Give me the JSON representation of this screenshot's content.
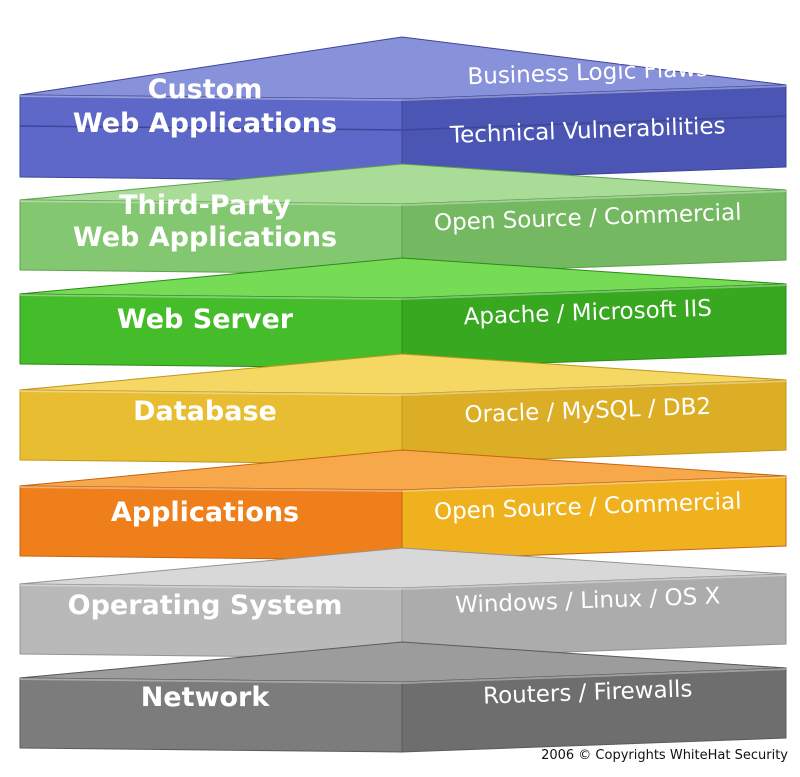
{
  "layers": [
    {
      "id": "custom-web-applications",
      "label_lines": [
        "Custom",
        "Web Applications"
      ],
      "details": [
        "Business Logic Flaws",
        "Technical Vulnerabilities"
      ],
      "colors": {
        "top": "#8892db",
        "side": "#5d68c9",
        "shade": "#4b55b3",
        "edge": "#3d4699"
      }
    },
    {
      "id": "third-party-web-applications",
      "label_lines": [
        "Third-Party",
        "Web Applications"
      ],
      "details": [
        "Open Source / Commercial"
      ],
      "colors": {
        "top": "#a9dd97",
        "side": "#84c771",
        "shade": "#74b862",
        "edge": "#5ea14d"
      }
    },
    {
      "id": "web-server",
      "label_lines": [
        "Web Server"
      ],
      "details": [
        "Apache / Microsoft IIS"
      ],
      "colors": {
        "top": "#76dc56",
        "side": "#45bc2a",
        "shade": "#37a81f",
        "edge": "#2a8c16"
      }
    },
    {
      "id": "database",
      "label_lines": [
        "Database"
      ],
      "details": [
        "Oracle / MySQL / DB2"
      ],
      "colors": {
        "top": "#f5d764",
        "side": "#e8bd31",
        "shade": "#dcae26",
        "edge": "#c2961a"
      }
    },
    {
      "id": "applications",
      "label_lines": [
        "Applications"
      ],
      "details": [
        "Open Source / Commercial"
      ],
      "colors": {
        "top": "#f7a84a",
        "side": "#ef7f1a",
        "shade": "#f0b11e",
        "edge": "#c66510"
      }
    },
    {
      "id": "operating-system",
      "label_lines": [
        "Operating System"
      ],
      "details": [
        "Windows / Linux / OS X"
      ],
      "colors": {
        "top": "#d8d8d8",
        "side": "#b9b9b9",
        "shade": "#acacac",
        "edge": "#949494"
      }
    },
    {
      "id": "network",
      "label_lines": [
        "Network"
      ],
      "details": [
        "Routers / Firewalls"
      ],
      "colors": {
        "top": "#9c9c9c",
        "side": "#7c7c7c",
        "shade": "#6e6e6e",
        "edge": "#5a5a5a"
      }
    }
  ],
  "copyright": "2006 © Copyrights WhiteHat Security"
}
